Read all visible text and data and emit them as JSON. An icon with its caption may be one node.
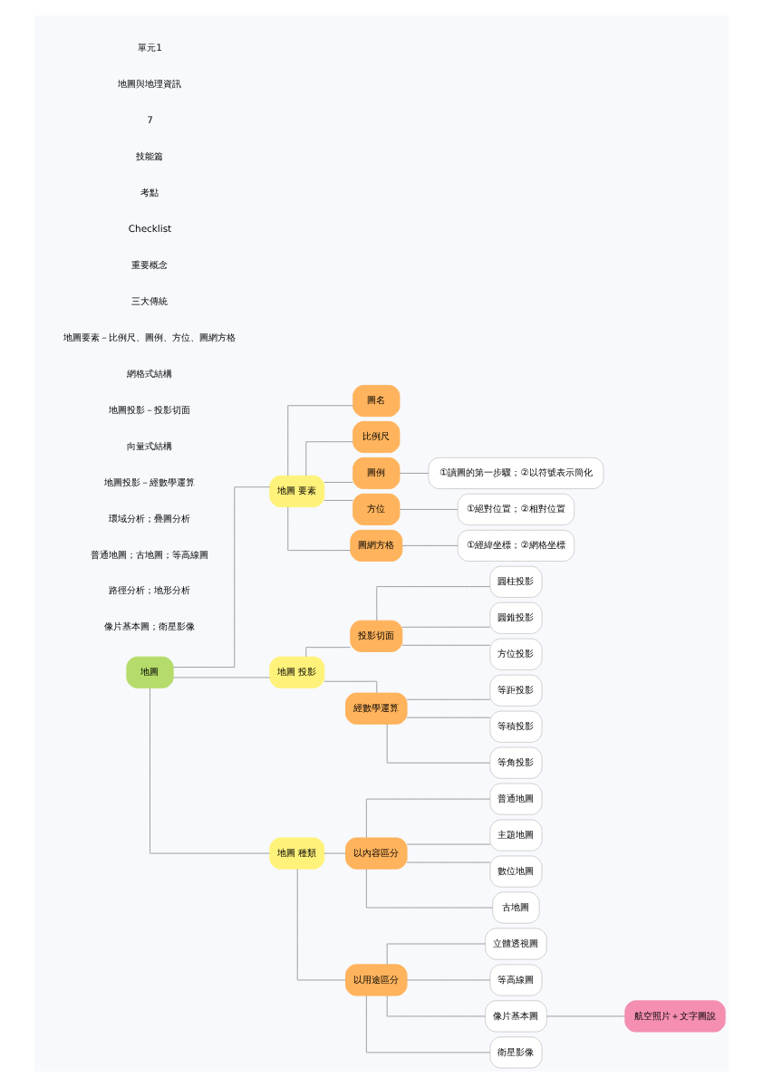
{
  "diagram": {
    "nodes": [
      {
        "text": [
          "地圖"
        ]
      },
      {
        "text": [
          "地圖 要素"
        ]
      },
      {
        "text": [
          "圖名"
        ]
      },
      {
        "text": [
          "比例尺"
        ]
      },
      {
        "text": [
          "圖例"
        ]
      },
      {
        "text": [
          "①讀圖的第一步驟；②以符號表示簡化"
        ]
      },
      {
        "text": [
          "方位"
        ]
      },
      {
        "text": [
          "①絕對位置；②相對位置"
        ]
      },
      {
        "text": [
          "圖網方格"
        ]
      },
      {
        "text": [
          "①經緯坐標；②網格坐標"
        ]
      },
      {
        "text": [
          "地圖 投影"
        ]
      },
      {
        "text": [
          "投影切面"
        ]
      },
      {
        "text": [
          "圓柱投影"
        ]
      },
      {
        "text": [
          "圓錐投影"
        ]
      },
      {
        "text": [
          "方位投影"
        ]
      },
      {
        "text": [
          "經數學運算"
        ]
      },
      {
        "text": [
          "等距投影"
        ]
      },
      {
        "text": [
          "等積投影"
        ]
      },
      {
        "text": [
          "等角投影"
        ]
      },
      {
        "text": [
          "地圖 種類"
        ]
      },
      {
        "text": [
          "以內容區分"
        ]
      },
      {
        "text": [
          "普通地圖"
        ]
      },
      {
        "text": [
          "主題地圖"
        ]
      },
      {
        "text": [
          "數位地圖"
        ]
      },
      {
        "text": [
          "古地圖"
        ]
      },
      {
        "text": [
          "以用途區分"
        ]
      },
      {
        "text": [
          "立體透視圖"
        ]
      },
      {
        "text": [
          "等高線圖"
        ]
      },
      {
        "text": [
          "像片基本圖"
        ]
      },
      {
        "text": [
          "航空照片＋文字圖說"
        ]
      },
      {
        "text": [
          "衛星影像"
        ]
      }
    ],
    "edges": [
      {
        "from": 0,
        "to": 1,
        "arrow": "none"
      },
      {
        "from": 1,
        "to": 2,
        "arrow": "none"
      },
      {
        "from": 1,
        "to": 3,
        "arrow": "none"
      },
      {
        "from": 1,
        "to": 4,
        "arrow": "none"
      },
      {
        "from": 4,
        "to": 5,
        "arrow": "none"
      },
      {
        "from": 1,
        "to": 6,
        "arrow": "none"
      },
      {
        "from": 6,
        "to": 7,
        "arrow": "none"
      },
      {
        "from": 1,
        "to": 8,
        "arrow": "none"
      },
      {
        "from": 8,
        "to": 9,
        "arrow": "none"
      },
      {
        "from": 0,
        "to": 10,
        "arrow": "none"
      },
      {
        "from": 10,
        "to": 11,
        "arrow": "none"
      },
      {
        "from": 11,
        "to": 12,
        "arrow": "none"
      },
      {
        "from": 11,
        "to": 13,
        "arrow": "none"
      },
      {
        "from": 11,
        "to": 14,
        "arrow": "none"
      },
      {
        "from": 10,
        "to": 15,
        "arrow": "none"
      },
      {
        "from": 15,
        "to": 16,
        "arrow": "none"
      },
      {
        "from": 15,
        "to": 17,
        "arrow": "none"
      },
      {
        "from": 15,
        "to": 18,
        "arrow": "none"
      },
      {
        "from": 0,
        "to": 19,
        "arrow": "none"
      },
      {
        "from": 19,
        "to": 20,
        "arrow": "none"
      },
      {
        "from": 20,
        "to": 21,
        "arrow": "none"
      },
      {
        "from": 20,
        "to": 22,
        "arrow": "none"
      },
      {
        "from": 20,
        "to": 23,
        "arrow": "none"
      },
      {
        "from": 20,
        "to": 24,
        "arrow": "none"
      },
      {
        "from": 19,
        "to": 25,
        "arrow": "none"
      },
      {
        "from": 25,
        "to": 26,
        "arrow": "none"
      },
      {
        "from": 25,
        "to": 27,
        "arrow": "none"
      },
      {
        "from": 25,
        "to": 28,
        "arrow": "none"
      },
      {
        "from": 28,
        "to": 29,
        "arrow": "none"
      },
      {
        "from": 25,
        "to": 30,
        "arrow": "none"
      }
    ],
    "labels": [
      "單元1",
      "地圖與地理資訊",
      "7",
      "技能篇",
      "考點",
      "Checklist",
      "重要概念",
      "三大傳統",
      "地圖要素－比例尺、圖例、方位、圖網方格",
      "網格式結構",
      "地圖投影－投影切面",
      "向量式結構",
      "地圖投影－經數學運算",
      "環域分析；疊圖分析",
      "普通地圖；古地圖；等高線圖",
      "路徑分析；地形分析",
      "像片基本圖；衛星影像"
    ]
  }
}
